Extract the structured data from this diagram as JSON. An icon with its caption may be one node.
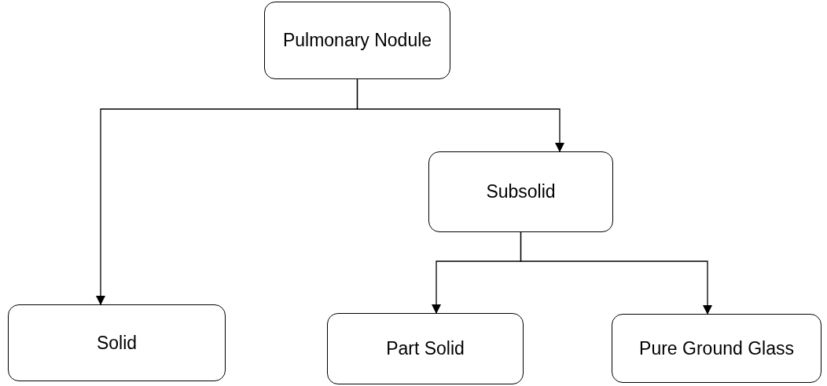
{
  "diagram": {
    "nodes": [
      {
        "text": [
          "Pulmonary Nodule"
        ]
      },
      {
        "text": [
          "Subsolid"
        ]
      },
      {
        "text": [
          "Solid"
        ]
      },
      {
        "text": [
          "Part Solid"
        ]
      },
      {
        "text": [
          "Pure Ground Glass"
        ]
      }
    ],
    "edges": [
      {
        "from": 0,
        "to": 2,
        "arrow": "to"
      },
      {
        "from": 0,
        "to": 1,
        "arrow": "to"
      },
      {
        "from": 1,
        "to": 3,
        "arrow": "to"
      },
      {
        "from": 1,
        "to": 4,
        "arrow": "to"
      }
    ]
  }
}
